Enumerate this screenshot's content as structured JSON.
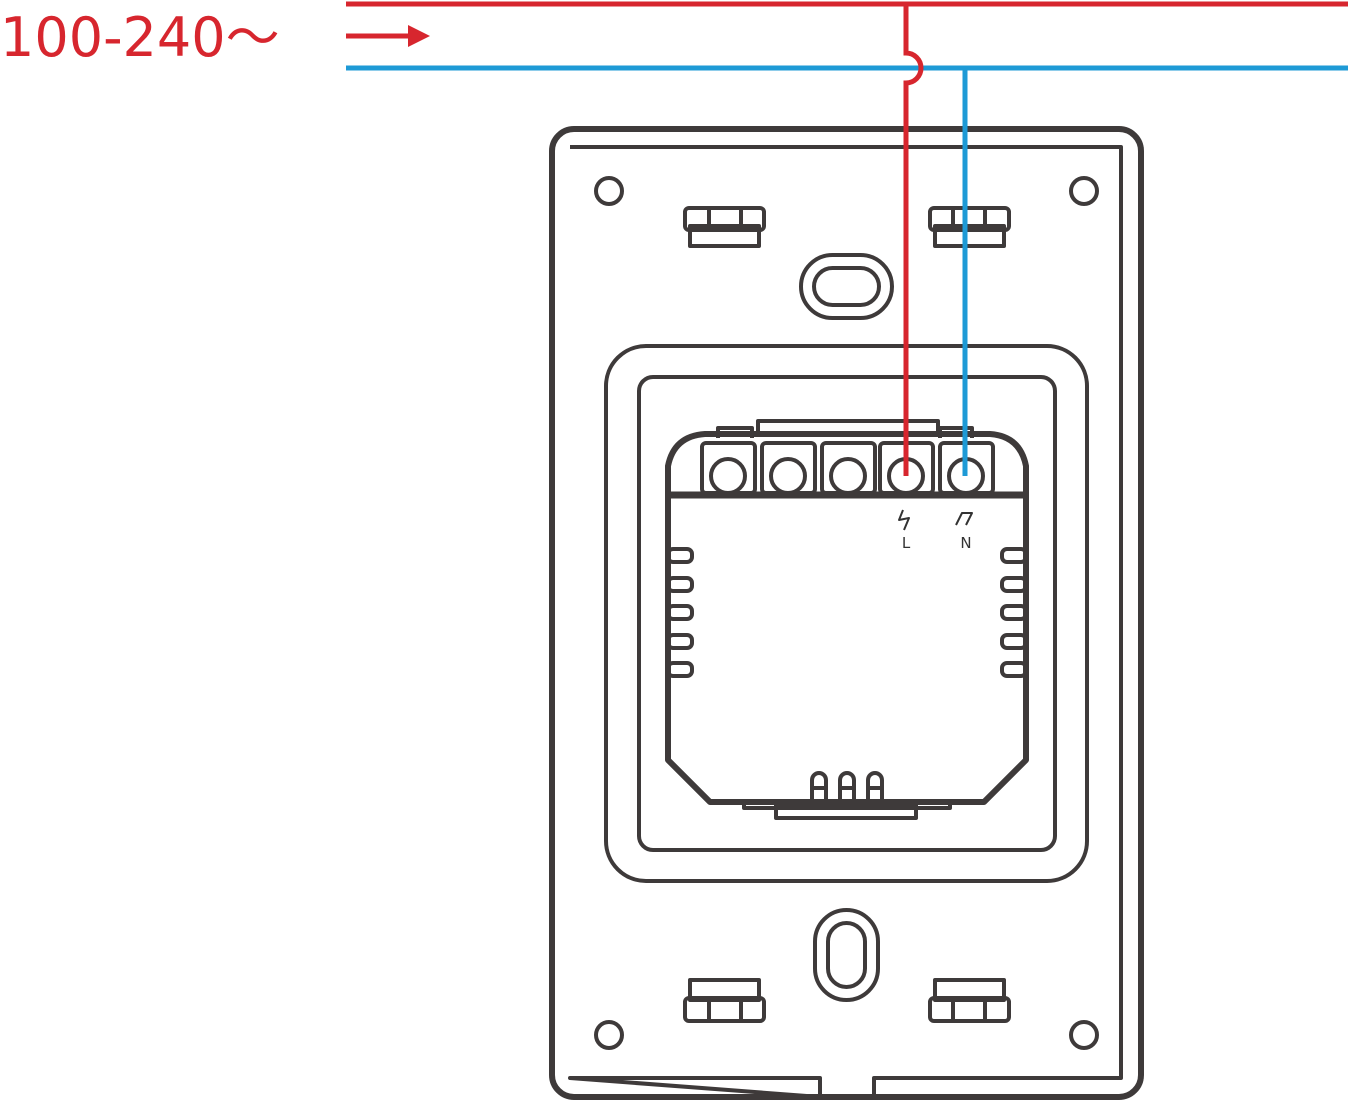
{
  "supply": {
    "voltage_label": "100-240～"
  },
  "terminals": {
    "live_label": "L",
    "neutral_label": "N"
  },
  "colors": {
    "live_wire": "#d7262e",
    "neutral_wire": "#1e9ad6",
    "outline": "#3e3a3a"
  },
  "icons": {
    "flow_arrow": "arrow-right-icon",
    "live_symbol": "lightning-icon",
    "neutral_symbol": "neutral-wave-icon"
  }
}
